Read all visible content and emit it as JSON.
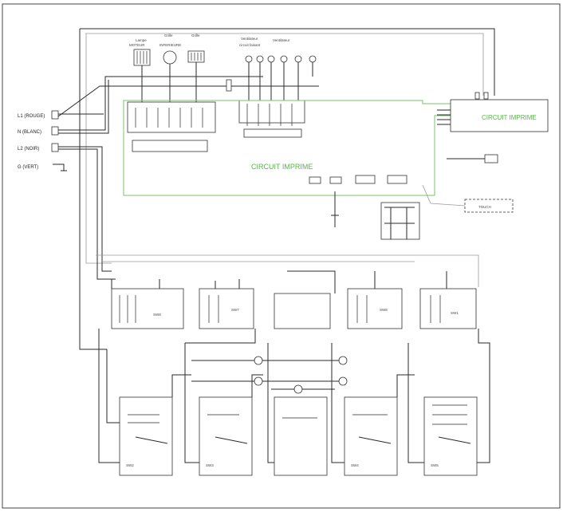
{
  "components": {
    "top_1": "Lampe",
    "top_2": "Grille",
    "top_3": "Grille",
    "top_sub_1": "MOTEUR",
    "top_sub_2": "INFERIEURE",
    "vent_title": "Ventilateur",
    "vent_sub": "circuit faisant",
    "ventilateur_2": "Ventilateur",
    "circuit_imprime_main": "CIRCUIT IMPRIME",
    "circuit_imprime_right": "CIRCUIT IMPRIME",
    "inputs": [
      "L1 (ROUGE)",
      "N (BLANC)",
      "L2 (NOIR)",
      "G (VERT)"
    ],
    "relay_labels": [
      "SW8",
      "SW7",
      "",
      "SW8",
      "SW1"
    ],
    "bottom_relay_labels": [
      "SW2",
      "SW3",
      "",
      "SW4",
      "SW5"
    ],
    "right_box": "TOUCH"
  },
  "colors": {
    "circuit_green": "#58b447",
    "wire": "#2a2a2a",
    "grey_wire": "#9a9a9a"
  }
}
